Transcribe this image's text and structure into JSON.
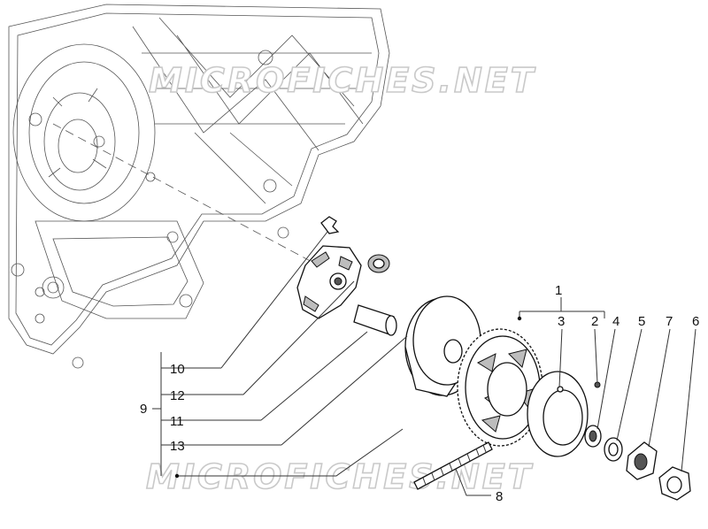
{
  "watermark": {
    "top": "MICROFICHES.NET",
    "bottom": "MICROFICHES.NET"
  },
  "callouts": {
    "c1": "1",
    "c2": "2",
    "c3": "3",
    "c4": "4",
    "c5": "5",
    "c6": "6",
    "c7": "7",
    "c8": "8",
    "c9": "9",
    "c10": "10",
    "c11": "11",
    "c12": "12",
    "c13": "13"
  }
}
